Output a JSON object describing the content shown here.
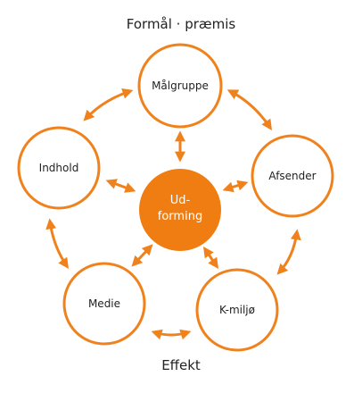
{
  "diagram": {
    "top_caption": "Formål · præmis",
    "bottom_caption": "Effekt",
    "center": {
      "label_line1": "Ud-",
      "label_line2": "forming"
    },
    "nodes": {
      "malgruppe": "Målgruppe",
      "afsender": "Afsender",
      "kmiljo": "K-miljø",
      "medie": "Medie",
      "indhold": "Indhold"
    },
    "colors": {
      "accent": "#f0821e",
      "center_fill": "#f07d12",
      "text": "#222222"
    }
  }
}
